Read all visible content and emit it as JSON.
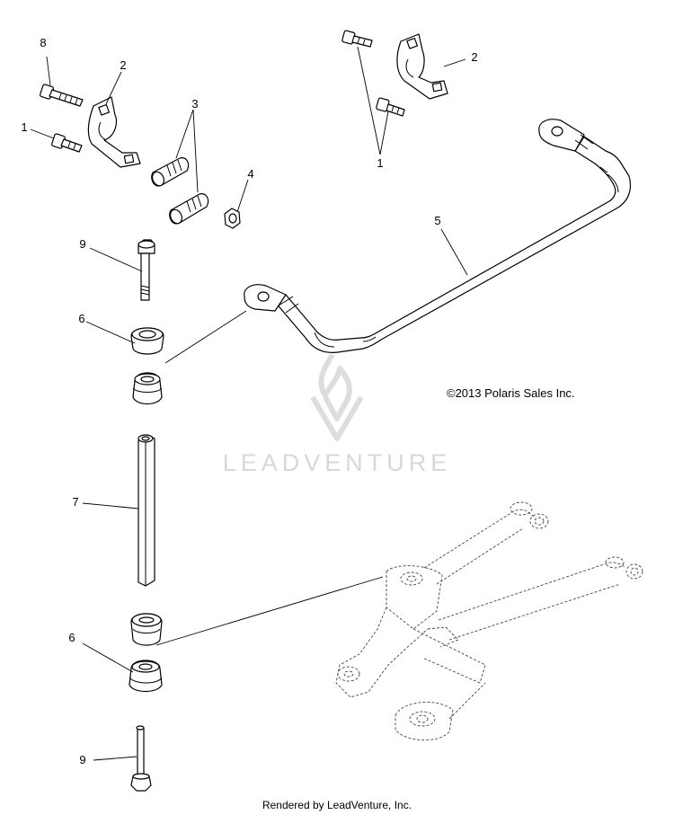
{
  "callouts": {
    "c8": "8",
    "c2_left": "2",
    "c3": "3",
    "c1_left": "1",
    "c4": "4",
    "c1_right": "1",
    "c2_right": "2",
    "c5": "5",
    "c9_top": "9",
    "c6_top": "6",
    "c7": "7",
    "c6_bottom": "6",
    "c9_bottom": "9"
  },
  "copyright": "©2013 Polaris Sales Inc.",
  "watermark": "LEADVENTURE",
  "footer": "Rendered by LeadVenture, Inc."
}
